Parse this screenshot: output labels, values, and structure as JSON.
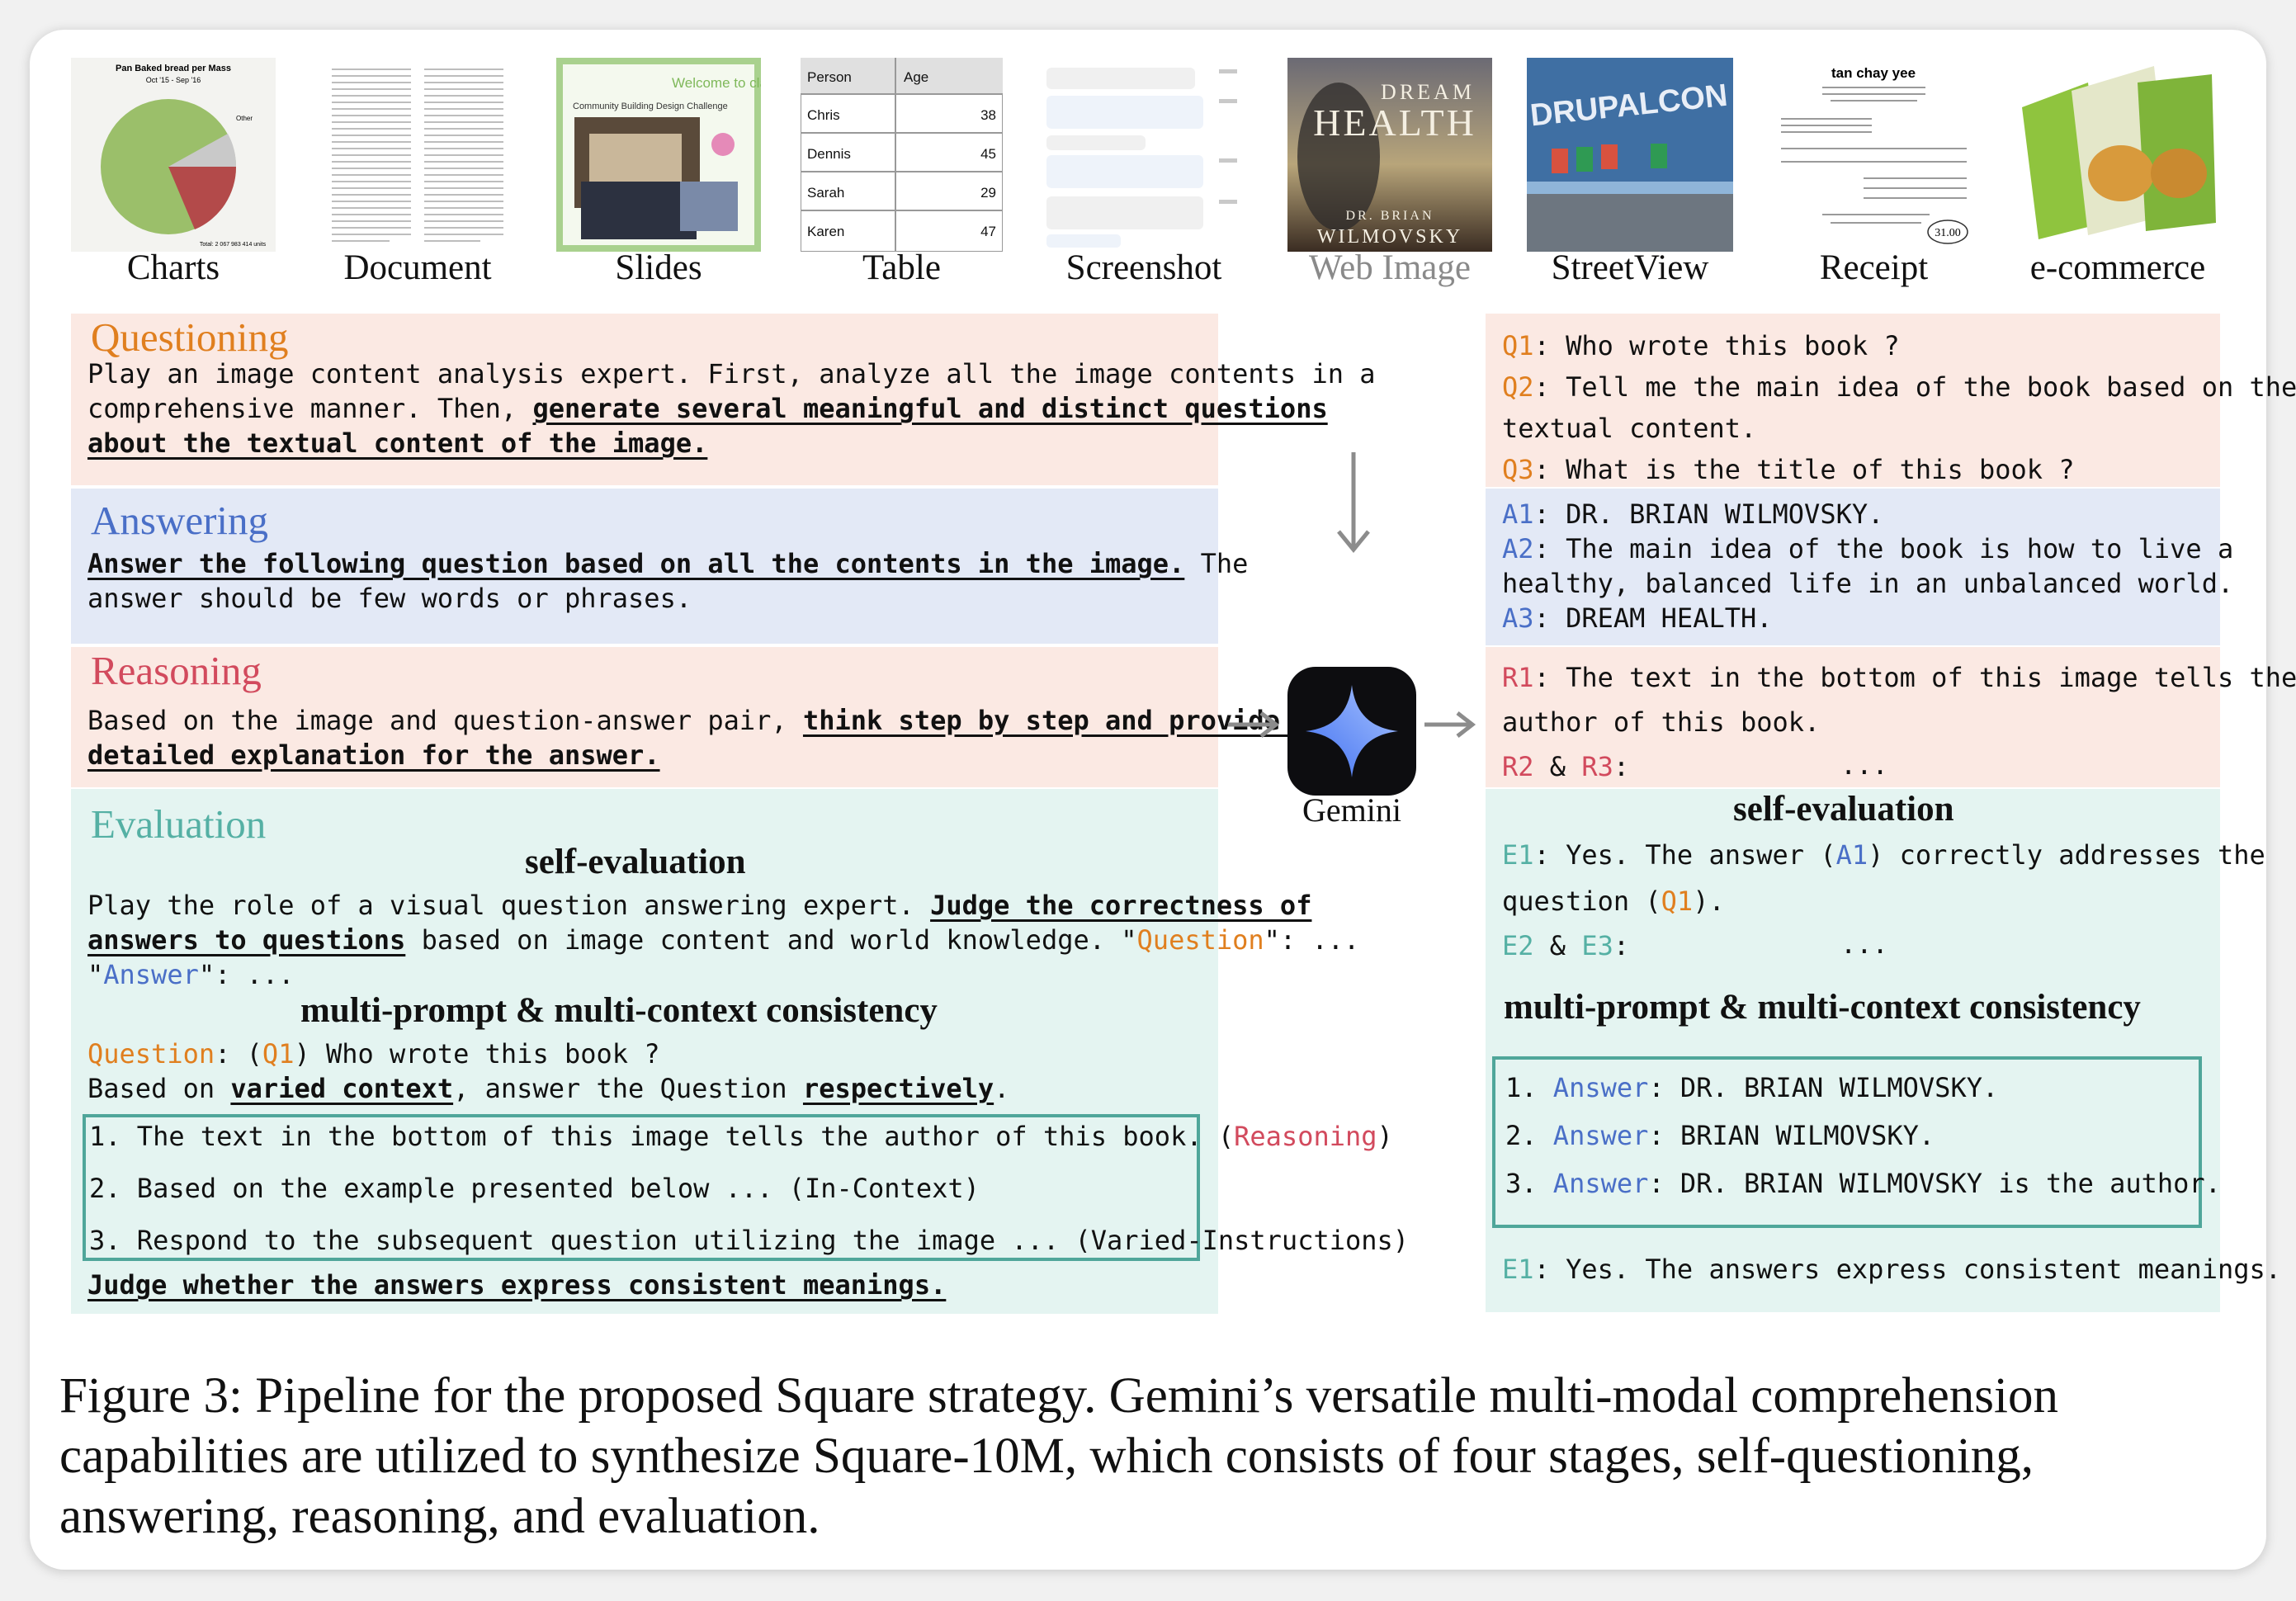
{
  "thumbnails": [
    {
      "label": "Charts"
    },
    {
      "label": "Document"
    },
    {
      "label": "Slides"
    },
    {
      "label": "Table"
    },
    {
      "label": "Screenshot"
    },
    {
      "label": "Web Image"
    },
    {
      "label": "StreetView"
    },
    {
      "label": "Receipt"
    },
    {
      "label": "e-commerce"
    }
  ],
  "thumb_text": {
    "chart_title": "Pan Baked bread per Mass",
    "chart_sub": "Oct '15 - Sep '16",
    "chart_total": "Total: 2 067 983 414 units",
    "chart_other": "Other",
    "slides_banner": "Welcome to class",
    "slides_caption": "Community Building Design Challenge",
    "table_head": [
      "Person",
      "Age"
    ],
    "table_rows": [
      [
        "Chris",
        "38"
      ],
      [
        "Dennis",
        "45"
      ],
      [
        "Sarah",
        "29"
      ],
      [
        "Karen",
        "47"
      ]
    ],
    "book_top": "DREAM",
    "book_mid": "HEALTH",
    "book_author1": "DR. BRIAN",
    "book_author2": "WILMOVSKY",
    "street_sign": "DRUPALCON",
    "receipt_title": "tan chay yee",
    "receipt_total": "31.00"
  },
  "left": {
    "questioning": {
      "title": "Questioning",
      "l1": "Play an image content analysis expert. First, analyze all the image contents in a",
      "l2a": "comprehensive manner. Then, ",
      "l2b": "generate several meaningful and distinct questions",
      "l3": "about the textual content of the image."
    },
    "answering": {
      "title": "Answering",
      "l1a": "Answer the following question based on all the contents in the image.",
      "l1b": " The",
      "l2": "answer should be few words or phrases."
    },
    "reasoning": {
      "title": "Reasoning",
      "l1a": "Based on the image and question-answer pair, ",
      "l1b": "think step by step and provide a",
      "l2": "detailed explanation for the answer."
    },
    "evaluation": {
      "title": "Evaluation",
      "self_eval": "self-evaluation",
      "l1a": "Play the role of a visual question answering expert. ",
      "l1b": "Judge the correctness of",
      "l2a": "answers to questions",
      "l2b": " based on image content and world knowledge.  \"",
      "l2c": "Question",
      "l2d": "\": ...",
      "l3a": "\"",
      "l3b": "Answer",
      "l3c": "\": ...",
      "multi": "multi-prompt & multi-context consistency",
      "q_label": "Question",
      "q_sep": ": (",
      "q_id": "Q1",
      "q_text": ") Who wrote this book ?",
      "ctx_a": "Based on ",
      "ctx_b": "varied context",
      "ctx_c": ", answer the Question ",
      "ctx_d": "respectively",
      "ctx_e": ".",
      "item1a": "1. The text in the bottom of this image tells the author of this book.  (",
      "item1b": "Reasoning",
      "item1c": ")",
      "item2": "2. Based on the example presented below ... (In-Context)",
      "item3": "3. Respond to the subsequent question utilizing the image ... (Varied-Instructions)",
      "judge": "Judge whether the answers express consistent meanings."
    }
  },
  "gemini_label": "Gemini",
  "right": {
    "q1a": "Q1",
    "q1b": ": Who wrote this book ?",
    "q2a": "Q2",
    "q2b": ": Tell me the main idea of the book based on the",
    "q2c": "textual content.",
    "q3a": "Q3",
    "q3b": ": What is the title of this book ?",
    "a1a": "A1",
    "a1b": ": DR. BRIAN WILMOVSKY.",
    "a2a": "A2",
    "a2b": ": The main idea of the book is how to live a",
    "a2c": "healthy, balanced life in an unbalanced world.",
    "a3a": "A3",
    "a3b": ": DREAM HEALTH.",
    "r1a": "R1",
    "r1b": ": The text in the bottom of this image tells the",
    "r1c": "author of this book.",
    "r2a": "R2",
    "r2b": " & ",
    "r2c": "R3",
    "r2d": ":",
    "r2e": "...",
    "self_eval": "self-evaluation",
    "e1a": "E1",
    "e1b": ": Yes. The answer (",
    "e1c": "A1",
    "e1d": ") correctly addresses the",
    "e1e": "question (",
    "e1f": "Q1",
    "e1g": ").",
    "e2a": "E2",
    "e2b": " & ",
    "e2c": "E3",
    "e2d": ":",
    "e2e": "...",
    "multi": "multi-prompt & multi-context consistency",
    "ans1a": "1. ",
    "ans1b": "Answer",
    "ans1c": ": DR. BRIAN WILMOVSKY.",
    "ans2a": "2. ",
    "ans2b": "Answer",
    "ans2c": ": BRIAN WILMOVSKY.",
    "ans3a": "3. ",
    "ans3b": "Answer",
    "ans3c": ": DR. BRIAN WILMOVSKY is the author.",
    "final_a": "E1",
    "final_b": ": Yes. The answers express consistent meanings."
  },
  "caption": "Figure 3: Pipeline for the proposed Square strategy. Gemini’s versatile multi-modal comprehension capabilities are utilized to synthesize Square-10M, which consists of four stages, self-questioning, answering, reasoning, and evaluation.",
  "colors": {
    "question": "#e07f1f",
    "answer": "#4a6fc7",
    "reasoning": "#d24a5d",
    "evaluation": "#55b0a4"
  }
}
